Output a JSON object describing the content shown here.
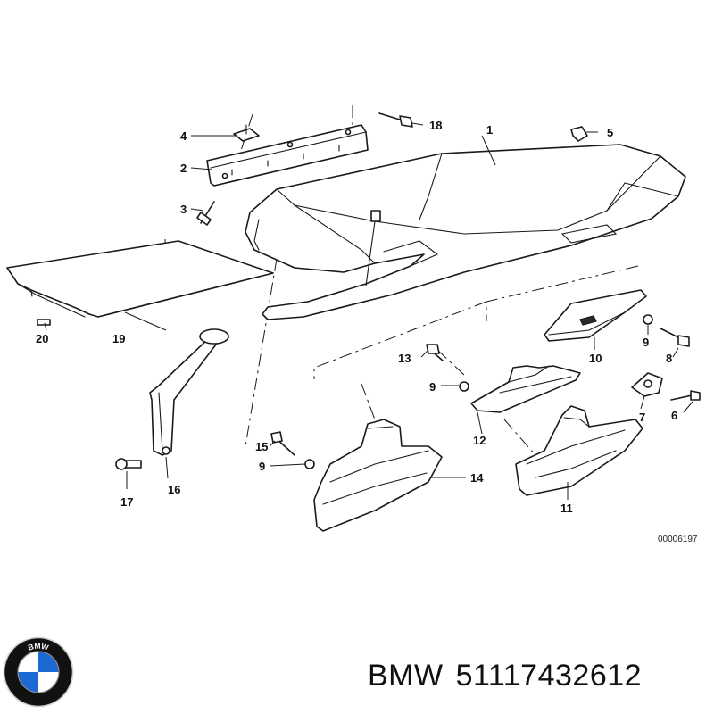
{
  "diagram": {
    "callouts": {
      "c1": "1",
      "c2": "2",
      "c3": "3",
      "c4": "4",
      "c5": "5",
      "c6": "6",
      "c7": "7",
      "c8": "8",
      "c9a": "9",
      "c9b": "9",
      "c9c": "9",
      "c10": "10",
      "c11": "11",
      "c12": "12",
      "c13": "13",
      "c14": "14",
      "c15": "15",
      "c16": "16",
      "c17": "17",
      "c18": "18",
      "c19": "19",
      "c20": "20"
    },
    "reference_number": "00006197"
  },
  "caption": {
    "brand": "BMW",
    "part_number": "51117432612"
  },
  "logo": {
    "text": "BMW",
    "colors": {
      "blue": "#1c69d4",
      "ring": "#111111",
      "white": "#ffffff"
    }
  }
}
